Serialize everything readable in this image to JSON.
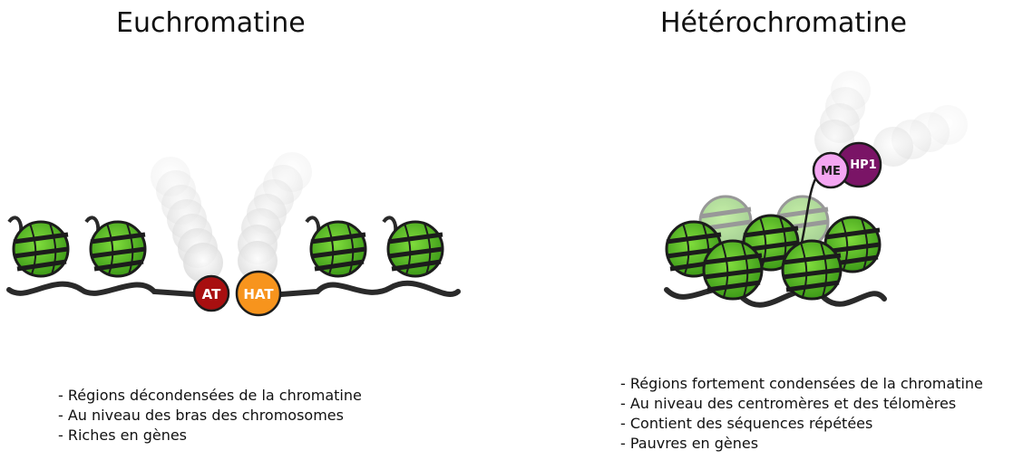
{
  "euchromatin": {
    "title": "Euchromatine",
    "labels": {
      "at": "AT",
      "hat": "HAT"
    },
    "bullets": [
      "- Régions décondensées de la chromatine",
      "- Au niveau des bras des chromosomes",
      "- Riches en gènes"
    ]
  },
  "heterochromatin": {
    "title": "Hétérochromatine",
    "labels": {
      "me": "ME",
      "hp1": "HP1"
    },
    "bullets": [
      "- Régions fortement condensées de la chromatine",
      "- Au niveau des centromères et des télomères",
      "- Contient des séquences répétées",
      "- Pauvres en gènes"
    ]
  },
  "colors": {
    "nucleosome_green": "#5cc025",
    "nucleosome_outline": "#1c1c1c",
    "dna": "#2a2a2a",
    "at_red": "#a80f10",
    "hat_orange": "#f7941d",
    "me_pink": "#f4a6f2",
    "hp1_purple": "#7a1466"
  }
}
